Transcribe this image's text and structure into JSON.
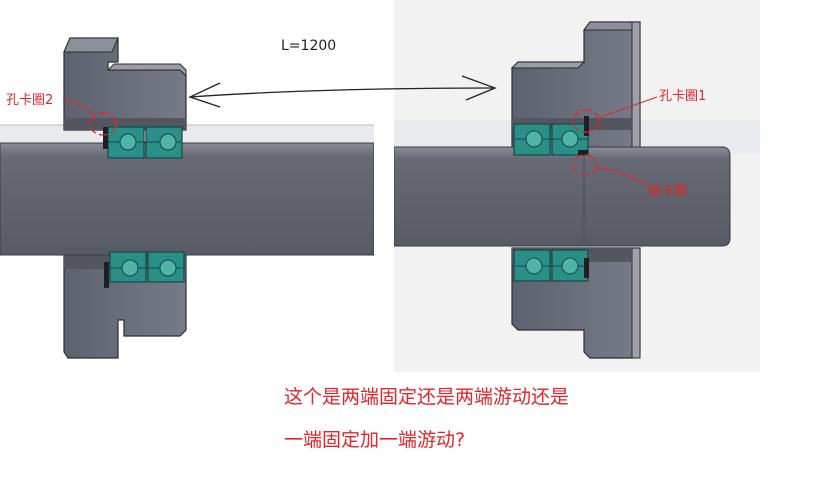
{
  "length_label": "L=1200",
  "labels": {
    "circlip_hole_2": "孔卡圈2",
    "circlip_hole_1": "孔卡圈1",
    "circlip_shaft": "轴卡圈"
  },
  "question": {
    "line1": "这个是两端固定还是两端游动还是",
    "line2": "一端固定加一端游动?"
  },
  "colors": {
    "housing": "#6f7280",
    "shaft": "#62646f",
    "bearing": "#2a8f86",
    "annotation_red": "#e0262b",
    "arrow": "#222222"
  }
}
